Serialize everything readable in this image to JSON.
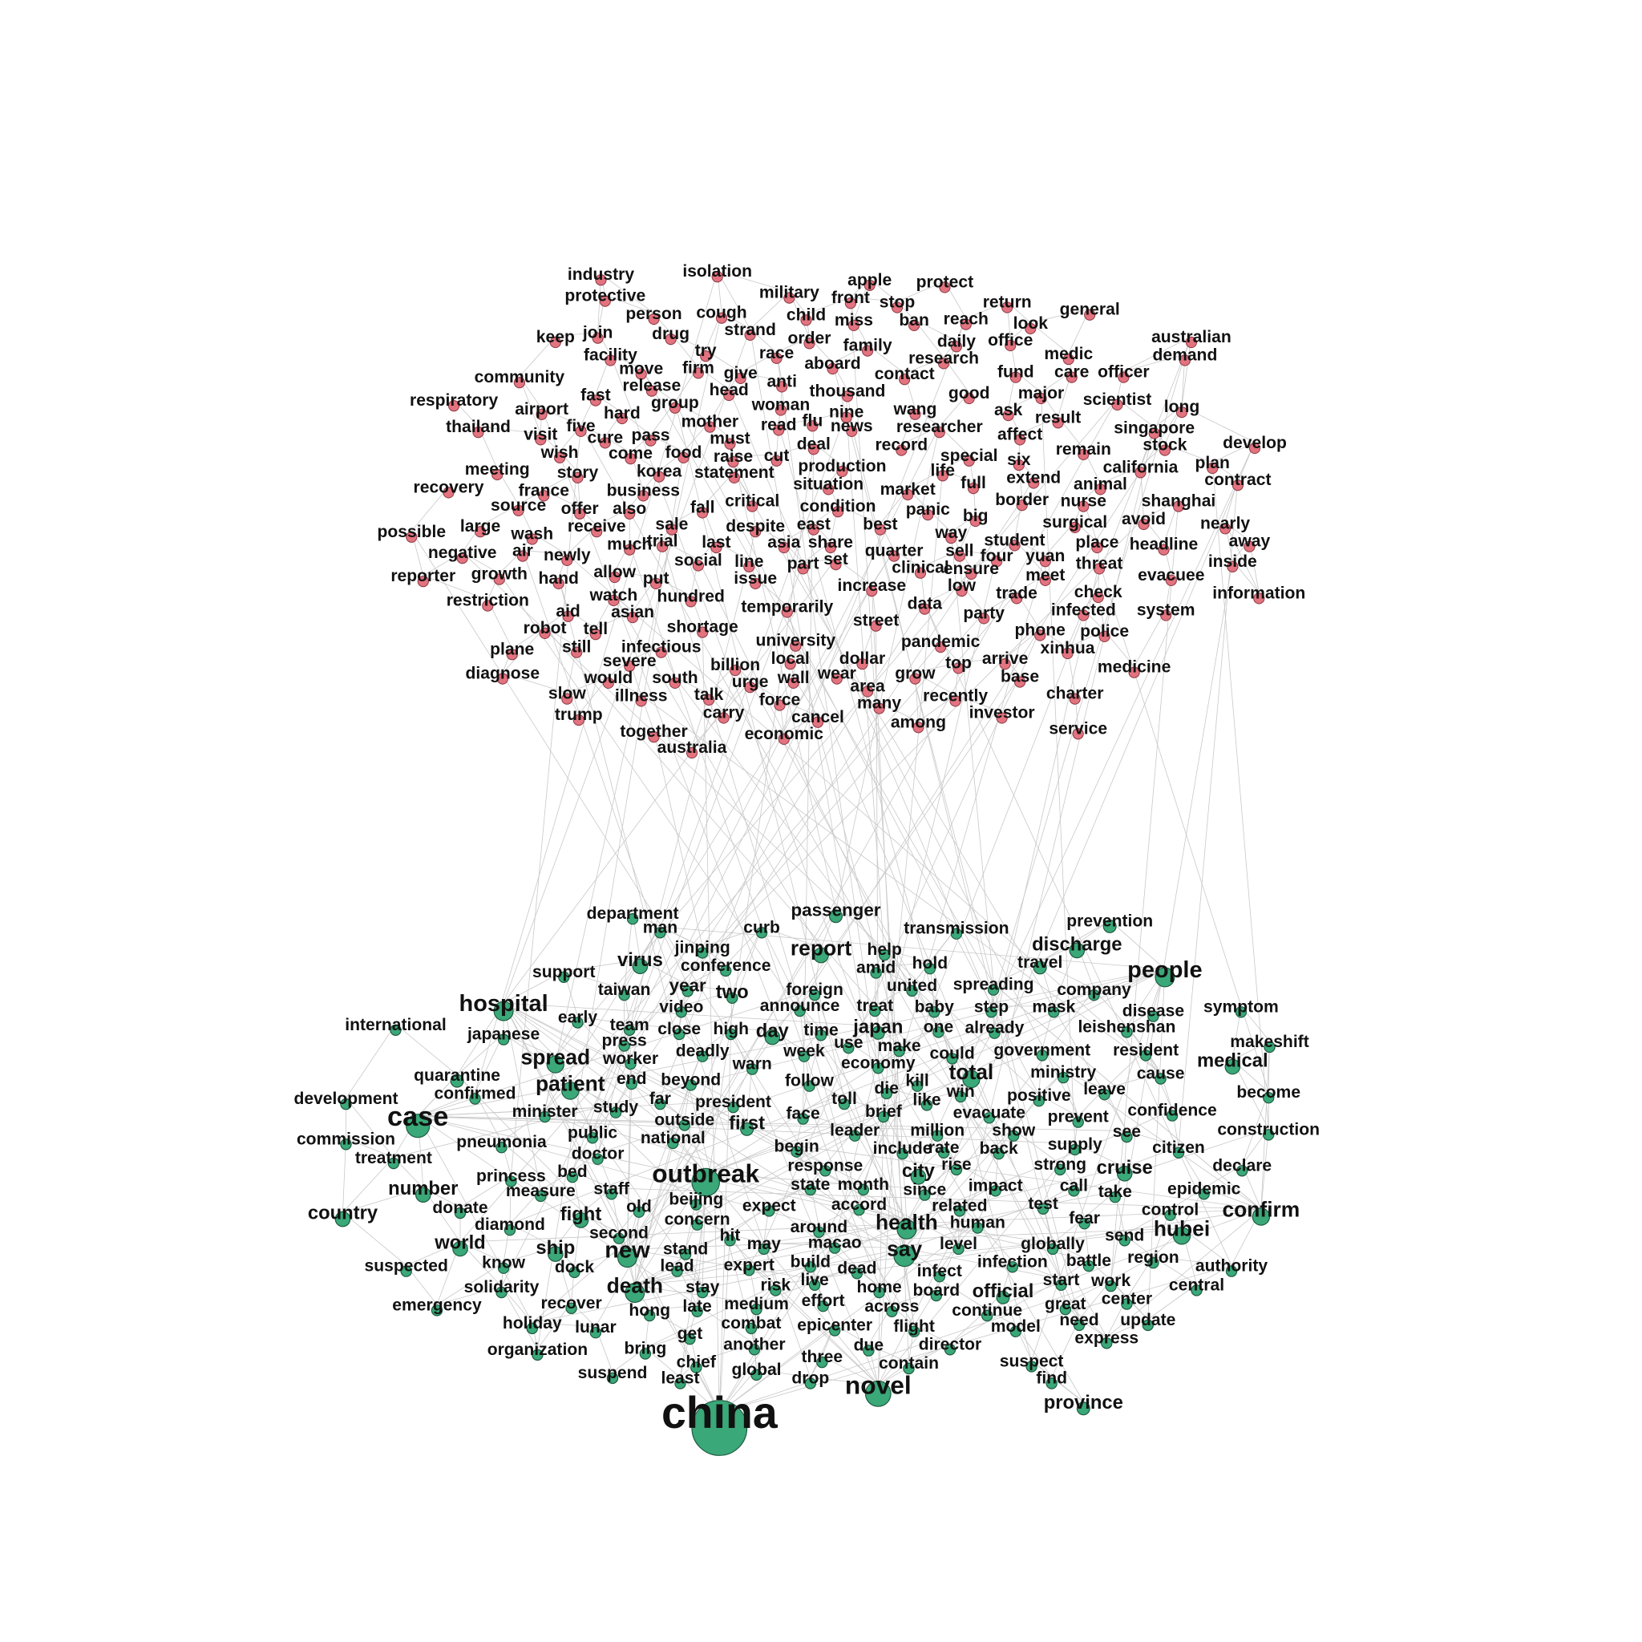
{
  "colors": {
    "top_cluster": "#e2737f",
    "bottom_cluster": "#3aa878",
    "edge": "#c8c8c8",
    "text": "#111111",
    "background": "#ffffff"
  },
  "top_cluster": [
    "industry",
    "isolation",
    "protective",
    "military",
    "apple",
    "front",
    "stop",
    "protect",
    "person",
    "cough",
    "child",
    "miss",
    "ban",
    "reach",
    "return",
    "look",
    "general",
    "keep",
    "join",
    "drug",
    "strand",
    "order",
    "family",
    "daily",
    "office",
    "australian",
    "demand",
    "facility",
    "try",
    "race",
    "research",
    "medic",
    "community",
    "move",
    "firm",
    "give",
    "aboard",
    "contact",
    "fund",
    "care",
    "officer",
    "fast",
    "release",
    "head",
    "anti",
    "thousand",
    "good",
    "major",
    "scientist",
    "respiratory",
    "airport",
    "hard",
    "group",
    "woman",
    "nine",
    "wang",
    "ask",
    "result",
    "long",
    "thailand",
    "visit",
    "five",
    "mother",
    "read",
    "flu",
    "news",
    "researcher",
    "affect",
    "singapore",
    "develop",
    "wish",
    "cure",
    "pass",
    "must",
    "raise",
    "cut",
    "deal",
    "record",
    "special",
    "six",
    "remain",
    "stock",
    "meeting",
    "story",
    "come",
    "food",
    "korea",
    "statement",
    "production",
    "life",
    "full",
    "extend",
    "california",
    "plan",
    "recovery",
    "france",
    "business",
    "situation",
    "market",
    "border",
    "nurse",
    "animal",
    "contract",
    "source",
    "offer",
    "also",
    "fall",
    "critical",
    "condition",
    "panic",
    "big",
    "shanghai",
    "possible",
    "large",
    "wash",
    "receive",
    "sale",
    "despite",
    "east",
    "best",
    "way",
    "surgical",
    "avoid",
    "nearly",
    "negative",
    "air",
    "newly",
    "much",
    "trial",
    "last",
    "asia",
    "share",
    "quarter",
    "sell",
    "student",
    "place",
    "headline",
    "away",
    "reporter",
    "growth",
    "hand",
    "allow",
    "put",
    "social",
    "line",
    "part",
    "set",
    "clinical",
    "ensure",
    "four",
    "yuan",
    "threat",
    "inside",
    "restriction",
    "watch",
    "issue",
    "increase",
    "low",
    "meet",
    "evacuee",
    "information",
    "aid",
    "asian",
    "hundred",
    "temporarily",
    "data",
    "trade",
    "check",
    "robot",
    "tell",
    "shortage",
    "street",
    "party",
    "infected",
    "system",
    "plane",
    "still",
    "infectious",
    "university",
    "pandemic",
    "phone",
    "police",
    "severe",
    "would",
    "local",
    "dollar",
    "top",
    "arrive",
    "xinhua",
    "diagnose",
    "south",
    "billion",
    "wall",
    "wear",
    "grow",
    "base",
    "medicine",
    "slow",
    "illness",
    "talk",
    "urge",
    "force",
    "area",
    "recently",
    "charter",
    "trump",
    "carry",
    "many",
    "investor",
    "together",
    "cancel",
    "economic",
    "among",
    "service",
    "australia"
  ],
  "bottom_cluster": [
    "department",
    "passenger",
    "prevention",
    "man",
    "curb",
    "transmission",
    "jinping",
    "report",
    "help",
    "discharge",
    "virus",
    "conference",
    "amid",
    "hold",
    "travel",
    "people",
    "support",
    "united",
    "spreading",
    "company",
    "taiwan",
    "year",
    "two",
    "foreign",
    "treat",
    "baby",
    "step",
    "mask",
    "hospital",
    "announce",
    "video",
    "disease",
    "symptom",
    "international",
    "early",
    "team",
    "close",
    "high",
    "day",
    "time",
    "japan",
    "one",
    "already",
    "leishenshan",
    "japanese",
    "press",
    "deadly",
    "use",
    "make",
    "could",
    "government",
    "resident",
    "makeshift",
    "spread",
    "worker",
    "warn",
    "week",
    "economy",
    "total",
    "medical",
    "quarantine",
    "end",
    "beyond",
    "follow",
    "die",
    "kill",
    "ministry",
    "cause",
    "patient",
    "confirmed",
    "far",
    "toll",
    "like",
    "win",
    "positive",
    "leave",
    "become",
    "development",
    "study",
    "president",
    "face",
    "brief",
    "evacuate",
    "prevent",
    "confidence",
    "case",
    "minister",
    "outside",
    "first",
    "leader",
    "million",
    "show",
    "see",
    "construction",
    "commission",
    "public",
    "national",
    "begin",
    "include",
    "rate",
    "back",
    "supply",
    "citizen",
    "pneumonia",
    "doctor",
    "response",
    "city",
    "rise",
    "strong",
    "cruise",
    "declare",
    "treatment",
    "princess",
    "bed",
    "outbreak",
    "state",
    "month",
    "impact",
    "call",
    "take",
    "epidemic",
    "number",
    "measure",
    "staff",
    "since",
    "related",
    "test",
    "control",
    "confirm",
    "country",
    "donate",
    "old",
    "beijing",
    "expect",
    "accord",
    "human",
    "fear",
    "diamond",
    "fight",
    "concern",
    "hit",
    "health",
    "send",
    "hubei",
    "second",
    "around",
    "macao",
    "level",
    "globally",
    "world",
    "may",
    "region",
    "authority",
    "suspected",
    "know",
    "ship",
    "stand",
    "say",
    "battle",
    "dock",
    "new",
    "lead",
    "expert",
    "build",
    "dead",
    "infect",
    "infection",
    "central",
    "solidarity",
    "death",
    "stay",
    "risk",
    "live",
    "home",
    "board",
    "official",
    "start",
    "work",
    "emergency",
    "recover",
    "hong",
    "late",
    "medium",
    "effort",
    "across",
    "continue",
    "center",
    "holiday",
    "combat",
    "epicenter",
    "flight",
    "model",
    "great",
    "need",
    "update",
    "lunar",
    "get",
    "another",
    "due",
    "director",
    "express",
    "organization",
    "bring",
    "three",
    "contain",
    "suspect",
    "suspend",
    "chief",
    "global",
    "drop",
    "find",
    "least",
    "novel",
    "province",
    "china"
  ]
}
